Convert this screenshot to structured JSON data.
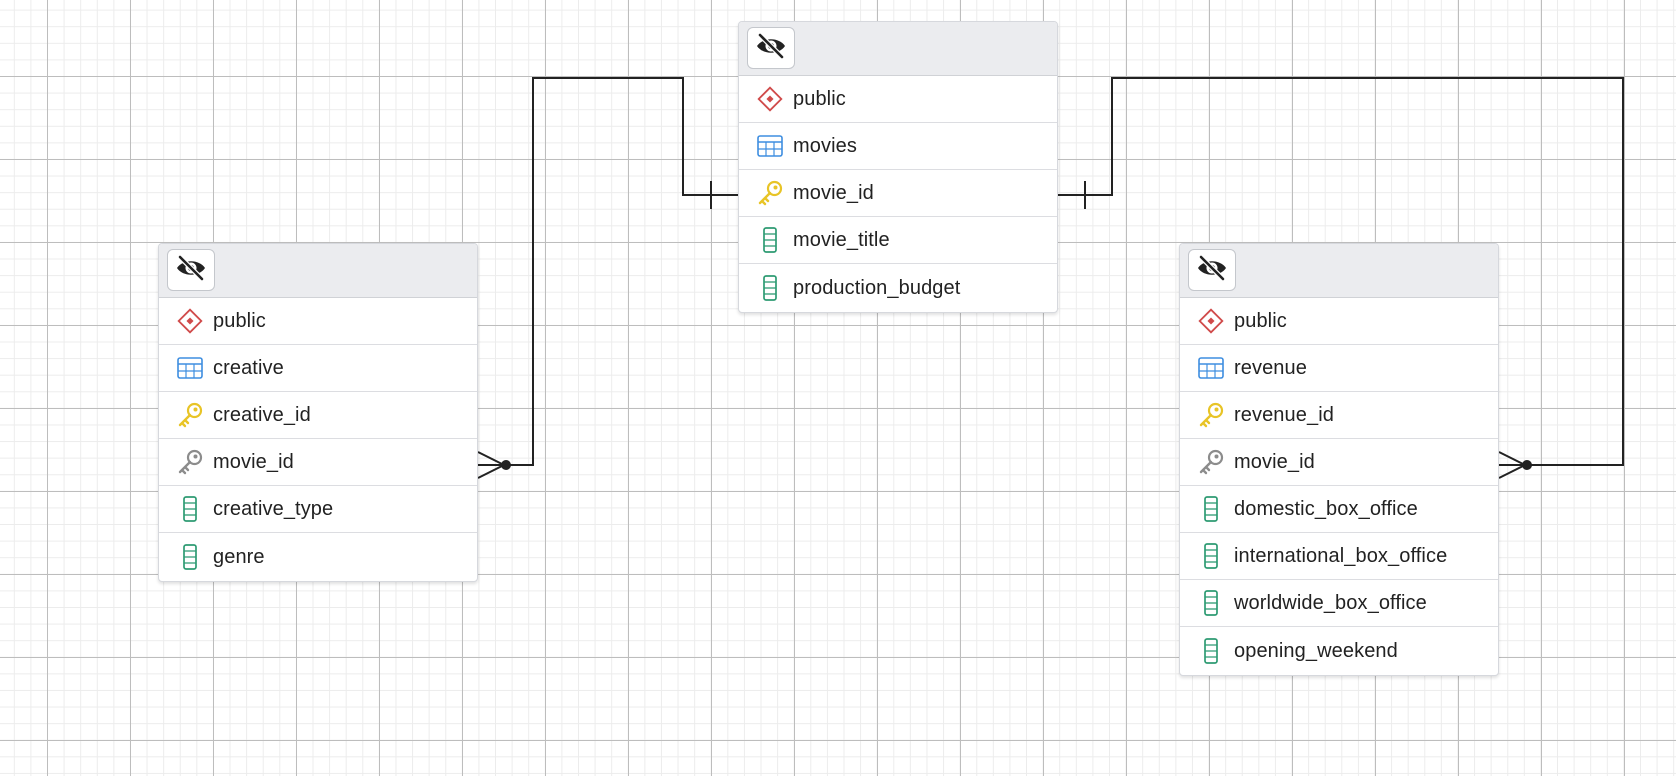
{
  "colors": {
    "link": "#222222",
    "schema_icon": "#d04a4a",
    "table_icon": "#3e8ee0",
    "pk_icon": "#e8c426",
    "fk_icon": "#8c8c8c",
    "column_icon": "#2e9b73"
  },
  "tables": [
    {
      "id": "creative",
      "toggle_icon": "eye-slash-icon",
      "schema": "public",
      "name": "creative",
      "primary_key": "creative_id",
      "foreign_key": "movie_id",
      "columns": [
        "creative_type",
        "genre"
      ]
    },
    {
      "id": "movies",
      "toggle_icon": "eye-slash-icon",
      "schema": "public",
      "name": "movies",
      "primary_key": "movie_id",
      "foreign_key": null,
      "columns": [
        "movie_title",
        "production_budget"
      ]
    },
    {
      "id": "revenue",
      "toggle_icon": "eye-slash-icon",
      "schema": "public",
      "name": "revenue",
      "primary_key": "revenue_id",
      "foreign_key": "movie_id",
      "columns": [
        "domestic_box_office",
        "international_box_office",
        "worldwide_box_office",
        "opening_weekend"
      ]
    }
  ],
  "relationships": [
    {
      "from": "movies.movie_id",
      "to": "creative.movie_id",
      "cardinality": "one-to-many"
    },
    {
      "from": "movies.movie_id",
      "to": "revenue.movie_id",
      "cardinality": "one-to-many"
    }
  ]
}
